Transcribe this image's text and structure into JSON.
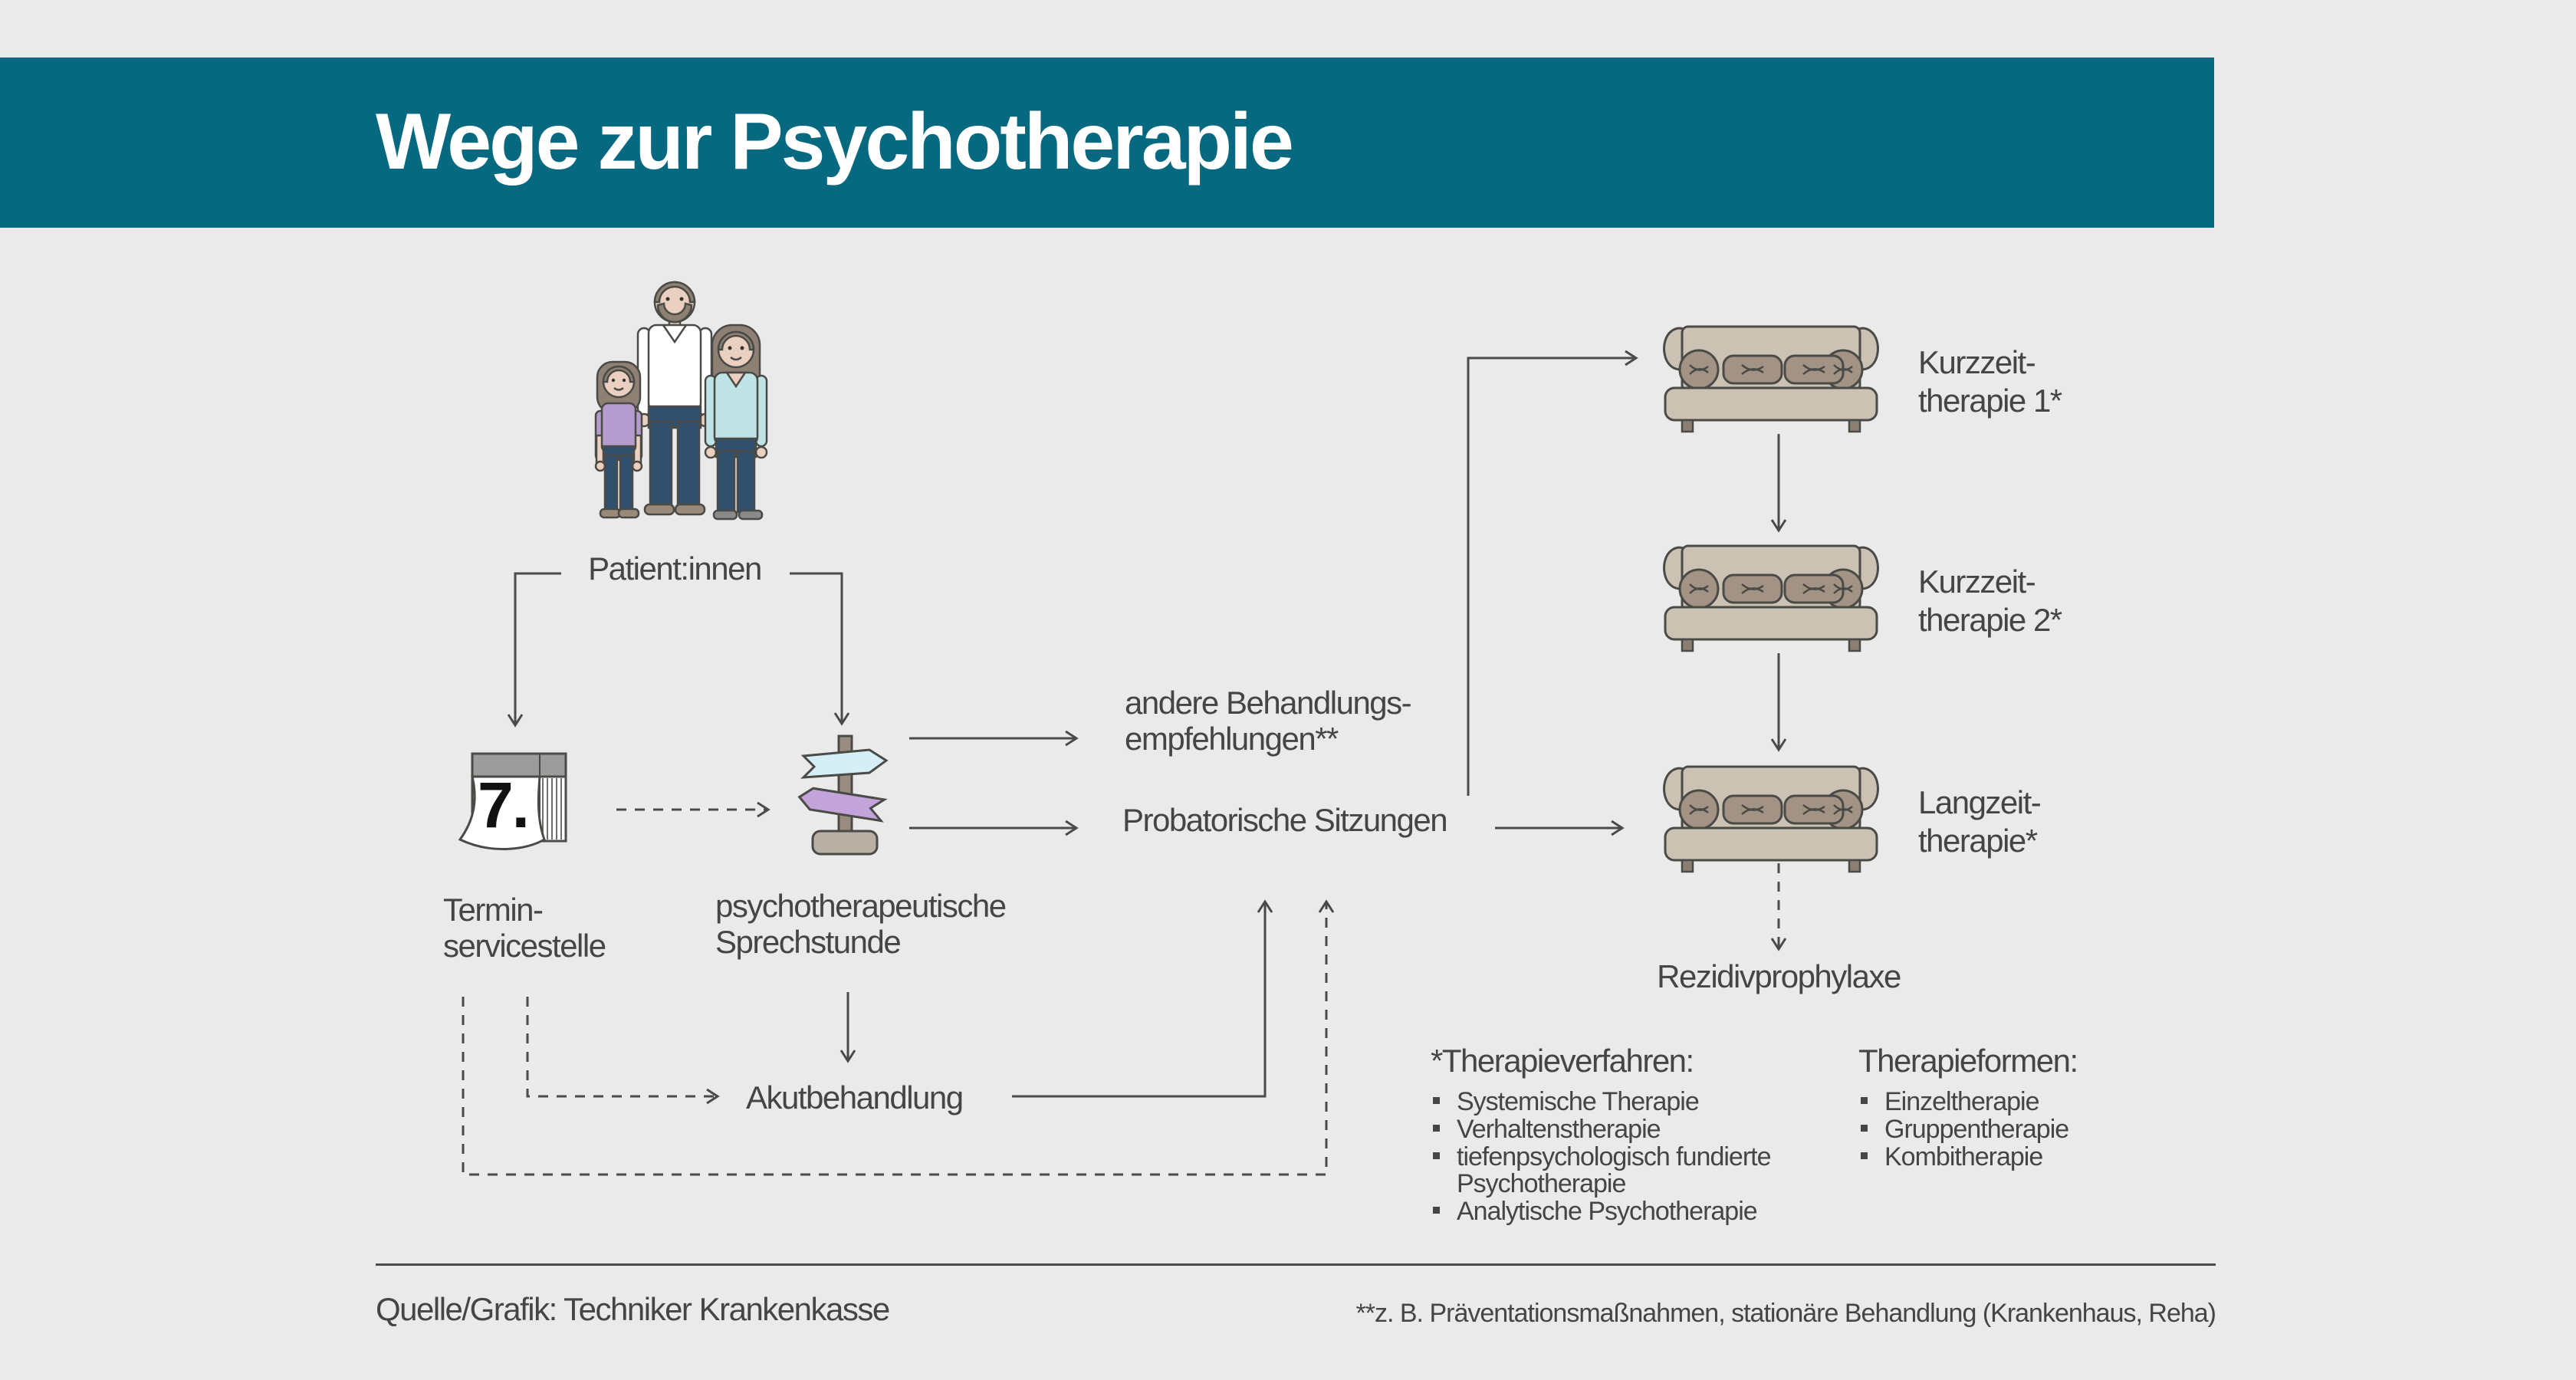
{
  "header": {
    "title": "Wege zur Psychotherapie"
  },
  "flow": {
    "patients_label": "Patient:innen",
    "termin_line1": "Termin-",
    "termin_line2": "servicestelle",
    "sprechstunde_line1": "psychotherapeutische",
    "sprechstunde_line2": "Sprechstunde",
    "andere_line1": "andere Behandlungs-",
    "andere_line2": "empfehlungen**",
    "probatorische_label": "Probatorische Sitzungen",
    "akut_label": "Akutbehandlung",
    "kurzzeit1_line1": "Kurzzeit-",
    "kurzzeit1_line2": "therapie 1*",
    "kurzzeit2_line1": "Kurzzeit-",
    "kurzzeit2_line2": "therapie 2*",
    "langzeit_line1": "Langzeit-",
    "langzeit_line2": "therapie*",
    "rezidiv_label": "Rezidivprophylaxe",
    "calendar_day": "7."
  },
  "lists": {
    "verfahren_title": "*Therapieverfahren:",
    "verfahren_items": [
      "Systemische Therapie",
      "Verhaltenstherapie",
      "tiefenpsychologisch fundierte Psychotherapie",
      "Analytische Psychotherapie"
    ],
    "formen_title": "Therapieformen:",
    "formen_items": [
      "Einzeltherapie",
      "Gruppentherapie",
      "Kombitherapie"
    ]
  },
  "footer": {
    "source": "Quelle/Grafik: Techniker Krankenkasse",
    "footnote": "**z. B. Präventationsmaßnahmen, stationäre Behandlung (Krankenhaus, Reha)"
  },
  "colors": {
    "header_bar": "#07697F",
    "background": "#EAEAEA",
    "text": "#454545",
    "line": "#4A4A4A",
    "sign_blue": "#D6EEF6",
    "sign_purple": "#C3A4DA",
    "couch_body": "#CBC2B4",
    "couch_cushion": "#A29384",
    "shirt_purple": "#B49CCF",
    "shirt_teal": "#C0E3E6",
    "pants_blue": "#31506E"
  }
}
